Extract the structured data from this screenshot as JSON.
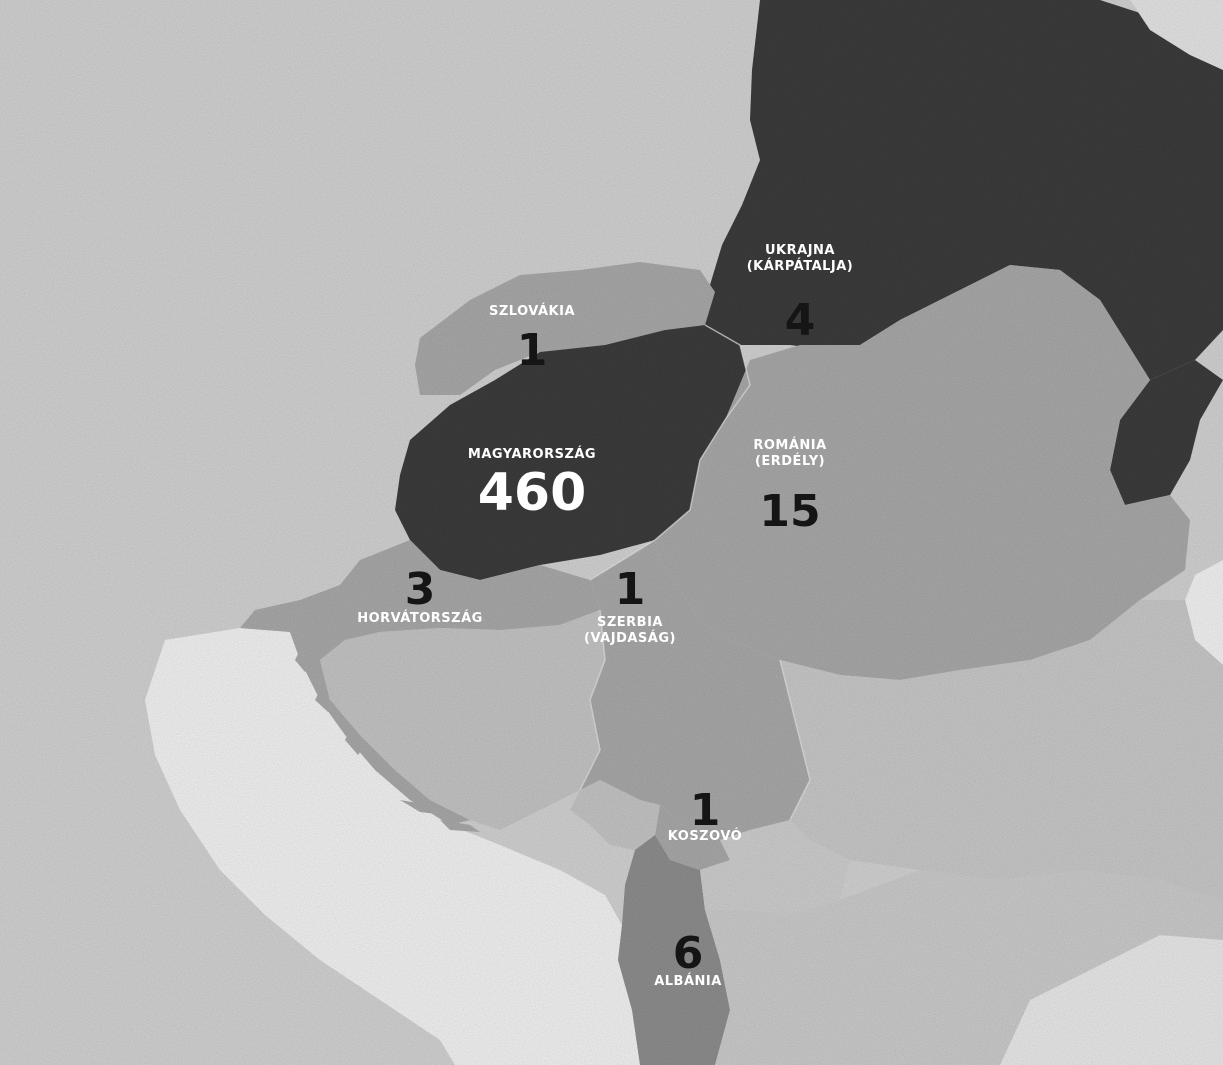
{
  "colors": {
    "background_land": "#d2d2d2",
    "sea": "#f2f2f2",
    "tone_dark": "#3e3e3e",
    "tone_mid": "#8e8e8e",
    "tone_light": "#a9a9a9",
    "tone_pale": "#c4c4c4",
    "label_white": "#ffffff",
    "label_black": "#151515"
  },
  "regions": [
    {
      "id": "ukrajna",
      "name_lines": [
        "UKRAJNA",
        "(KÁRPÁTALJA)"
      ],
      "count": "4",
      "tone": "dark"
    },
    {
      "id": "szlovakia",
      "name_lines": [
        "SZLOVÁKIA"
      ],
      "count": "1",
      "tone": "light"
    },
    {
      "id": "magyarorszag",
      "name_lines": [
        "MAGYARORSZÁG"
      ],
      "count": "460",
      "tone": "dark"
    },
    {
      "id": "romania",
      "name_lines": [
        "ROMÁNIA",
        "(ERDÉLY)"
      ],
      "count": "15",
      "tone": "light"
    },
    {
      "id": "horvatorszag",
      "name_lines": [
        "HORVÁTORSZÁG"
      ],
      "count": "3",
      "tone": "light"
    },
    {
      "id": "szerbia",
      "name_lines": [
        "SZERBIA",
        "(VAJDASÁG)"
      ],
      "count": "1",
      "tone": "light"
    },
    {
      "id": "koszovo",
      "name_lines": [
        "KOSZOVÓ"
      ],
      "count": "1",
      "tone": "light"
    },
    {
      "id": "albania",
      "name_lines": [
        "ALBÁNIA"
      ],
      "count": "6",
      "tone": "mid"
    }
  ]
}
